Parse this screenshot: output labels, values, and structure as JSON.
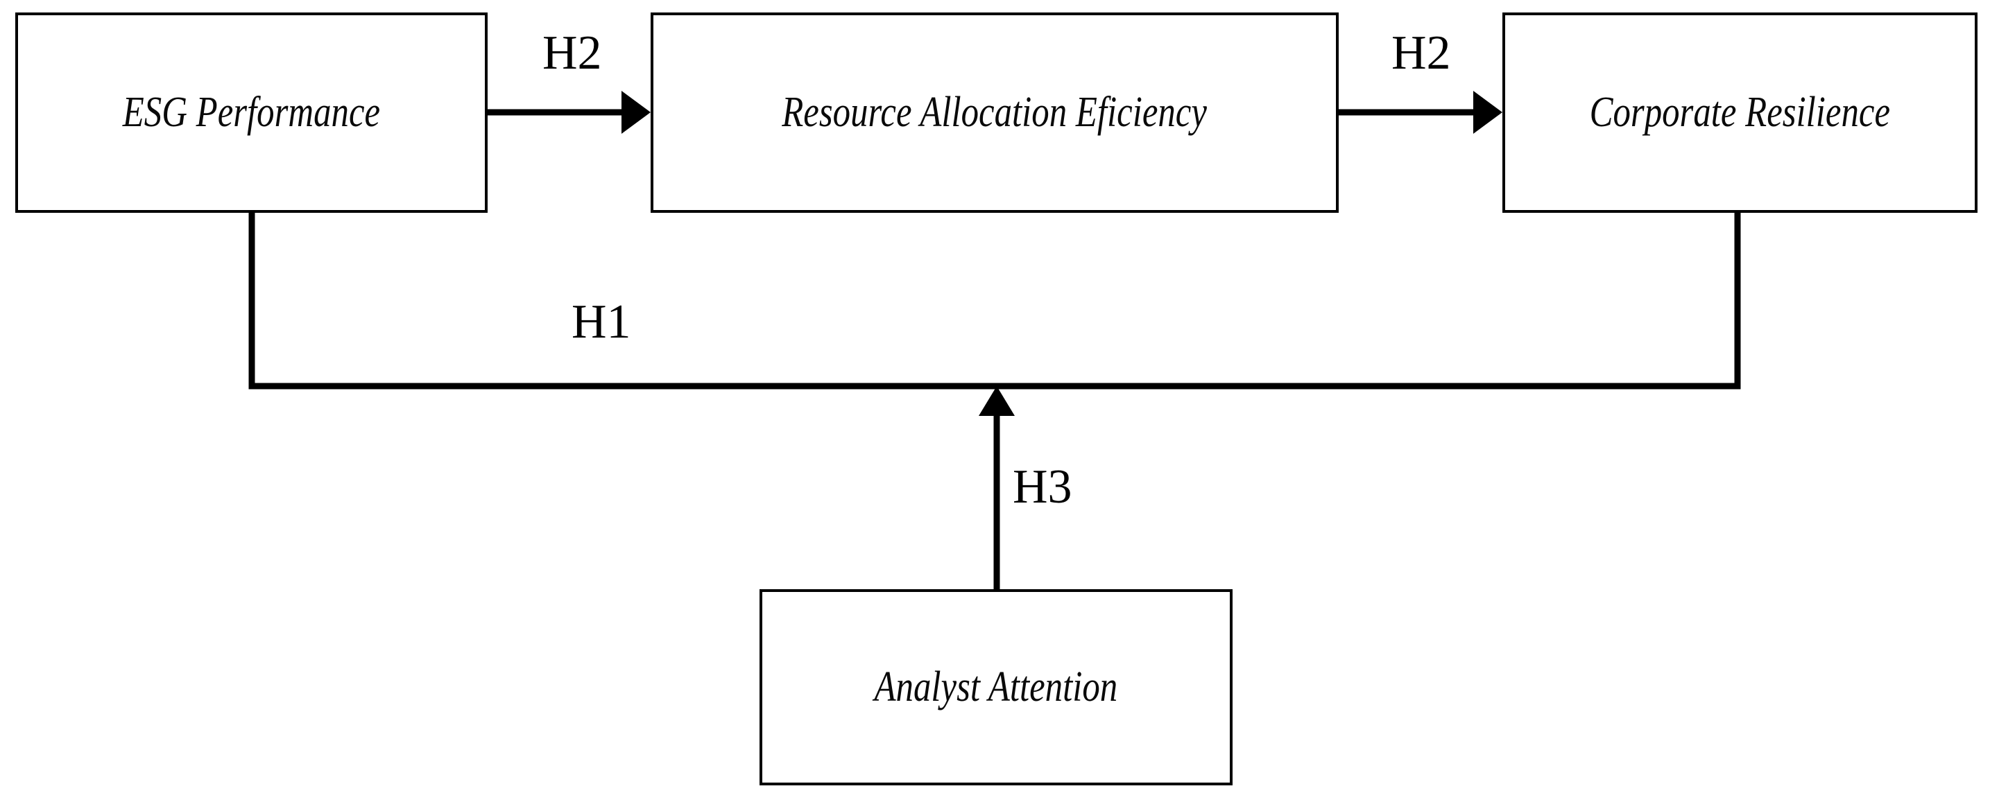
{
  "diagram": {
    "type": "conceptual-framework",
    "title": "ESG Performance research framework",
    "nodes": [
      {
        "id": "esg_performance",
        "label": "ESG Performance"
      },
      {
        "id": "resource_allocation",
        "label": "Resource Allocation Eficiency"
      },
      {
        "id": "corporate_resilience",
        "label": "Corporate Resilience"
      },
      {
        "id": "analyst_attention",
        "label": "Analyst Attention"
      }
    ],
    "edges": [
      {
        "id": "h2_a",
        "label": "H2",
        "from": "esg_performance",
        "to": "resource_allocation",
        "style": "arrow-right"
      },
      {
        "id": "h2_b",
        "label": "H2",
        "from": "resource_allocation",
        "to": "corporate_resilience",
        "style": "arrow-right"
      },
      {
        "id": "h1",
        "label": "H1",
        "from": "esg_performance",
        "to": "corporate_resilience",
        "style": "orthogonal-line"
      },
      {
        "id": "h3",
        "label": "H3",
        "from": "analyst_attention",
        "to": "h1",
        "style": "arrow-up-moderator"
      }
    ],
    "colors": {
      "stroke": "#000000",
      "background": "#ffffff",
      "text": "#0a0a0a"
    }
  }
}
